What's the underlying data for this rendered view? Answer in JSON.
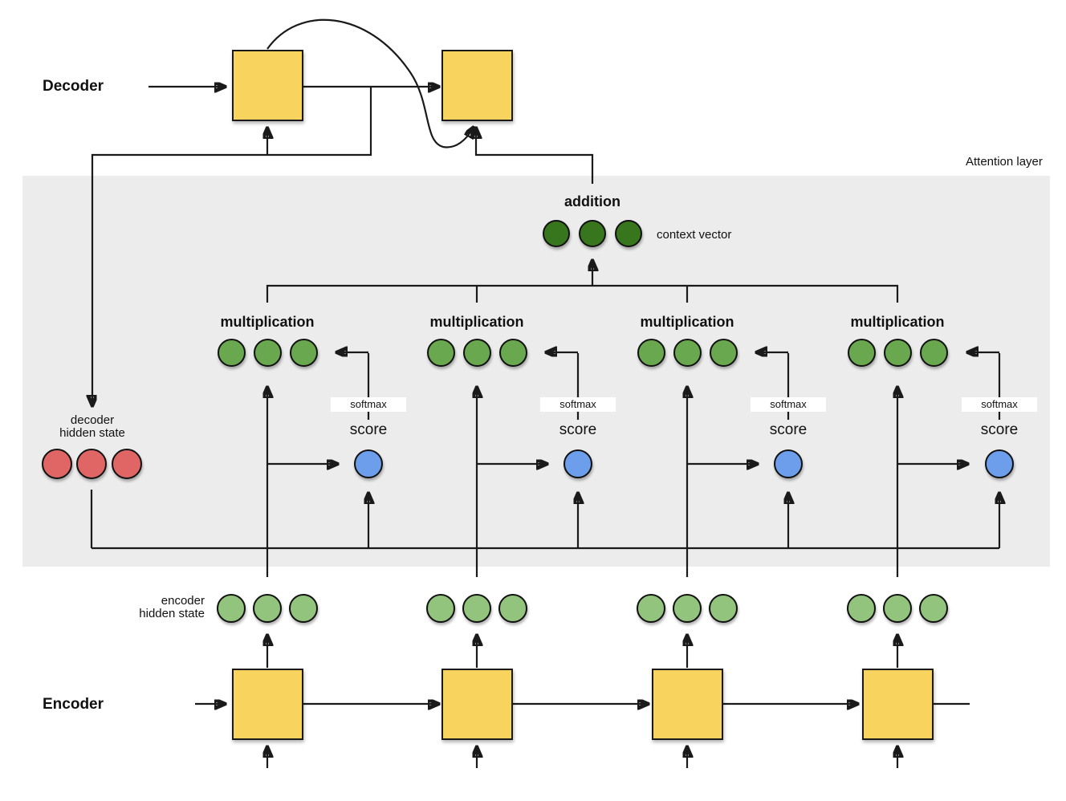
{
  "labels": {
    "decoder": "Decoder",
    "encoder": "Encoder",
    "attention_layer": "Attention layer"
  },
  "attention": {
    "addition_label": "addition",
    "context_vector_label": "context vector",
    "decoder_hidden_state": {
      "line1": "decoder",
      "line2": "hidden state"
    },
    "groups": [
      {
        "multiplication_label": "multiplication",
        "softmax_label": "softmax",
        "score_label": "score"
      },
      {
        "multiplication_label": "multiplication",
        "softmax_label": "softmax",
        "score_label": "score"
      },
      {
        "multiplication_label": "multiplication",
        "softmax_label": "softmax",
        "score_label": "score"
      },
      {
        "multiplication_label": "multiplication",
        "softmax_label": "softmax",
        "score_label": "score"
      }
    ]
  },
  "encoder_hidden_state": {
    "line1": "encoder",
    "line2": "hidden state"
  },
  "colors": {
    "yellow_cell": "#F8D45E",
    "context_green": "#38761D",
    "multiplication_green": "#6AA84F",
    "encoder_green": "#93C47D",
    "decoder_red": "#E06666",
    "score_blue": "#6D9EEB",
    "panel_gray": "#ECECEC",
    "line_dark": "#1A1A1A"
  }
}
